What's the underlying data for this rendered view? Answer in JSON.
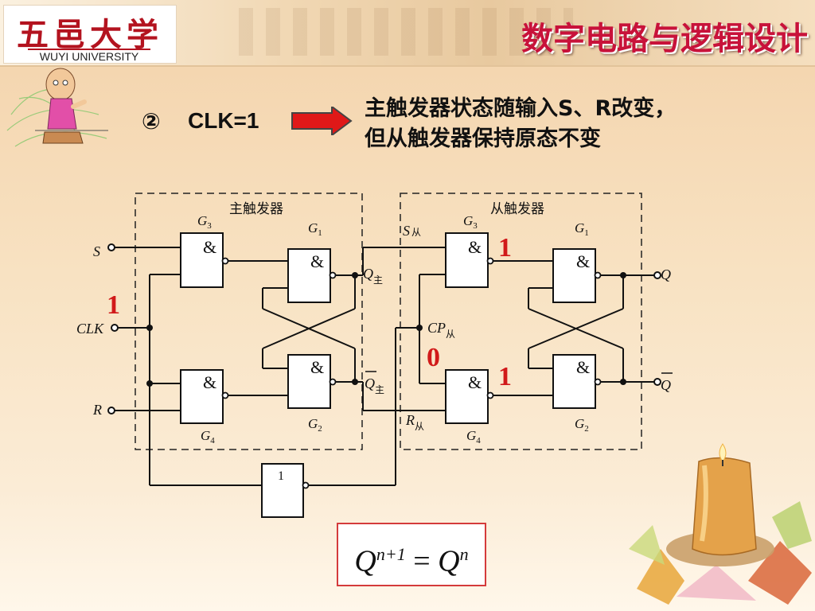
{
  "header": {
    "university_cn": "五邑大学",
    "university_en": "WUYI UNIVERSITY",
    "course_title": "数字电路与逻辑设计"
  },
  "step": {
    "number": "②",
    "condition": "CLK=1"
  },
  "note": {
    "line1": "主触发器状态随输入S、R改变，",
    "line2": "但从触发器保持原态不变"
  },
  "circuit": {
    "master_label": "主触发器",
    "slave_label": "从触发器",
    "and_symbol": "&",
    "not_symbol": "1",
    "inputs": {
      "s": "S",
      "clk": "CLK",
      "r": "R"
    },
    "outputs": {
      "q": "Q",
      "q_bar": "Q"
    },
    "master_gates": {
      "g3": "G",
      "g3_sub": "3",
      "g1": "G",
      "g1_sub": "1",
      "g2": "G",
      "g2_sub": "2",
      "g4": "G",
      "g4_sub": "4"
    },
    "slave_gates": {
      "g3": "G",
      "g3_sub": "3",
      "g1": "G",
      "g1_sub": "1",
      "g2": "G",
      "g2_sub": "2",
      "g4": "G",
      "g4_sub": "4"
    },
    "wire_labels": {
      "q_master": "Q",
      "master_sub": "主",
      "s_slave": "S",
      "r_slave": "R",
      "cp_slave": "CP",
      "slave_sub": "从"
    },
    "logic_levels": {
      "clk": "1",
      "slave_g3_out": "1",
      "cp_slave": "0",
      "slave_g4_out": "1"
    },
    "accent_color": "#d11a1a"
  },
  "formula": {
    "lhs": "Q",
    "lhs_sup": "n+1",
    "eq": "=",
    "rhs": "Q",
    "rhs_sup": "n"
  }
}
